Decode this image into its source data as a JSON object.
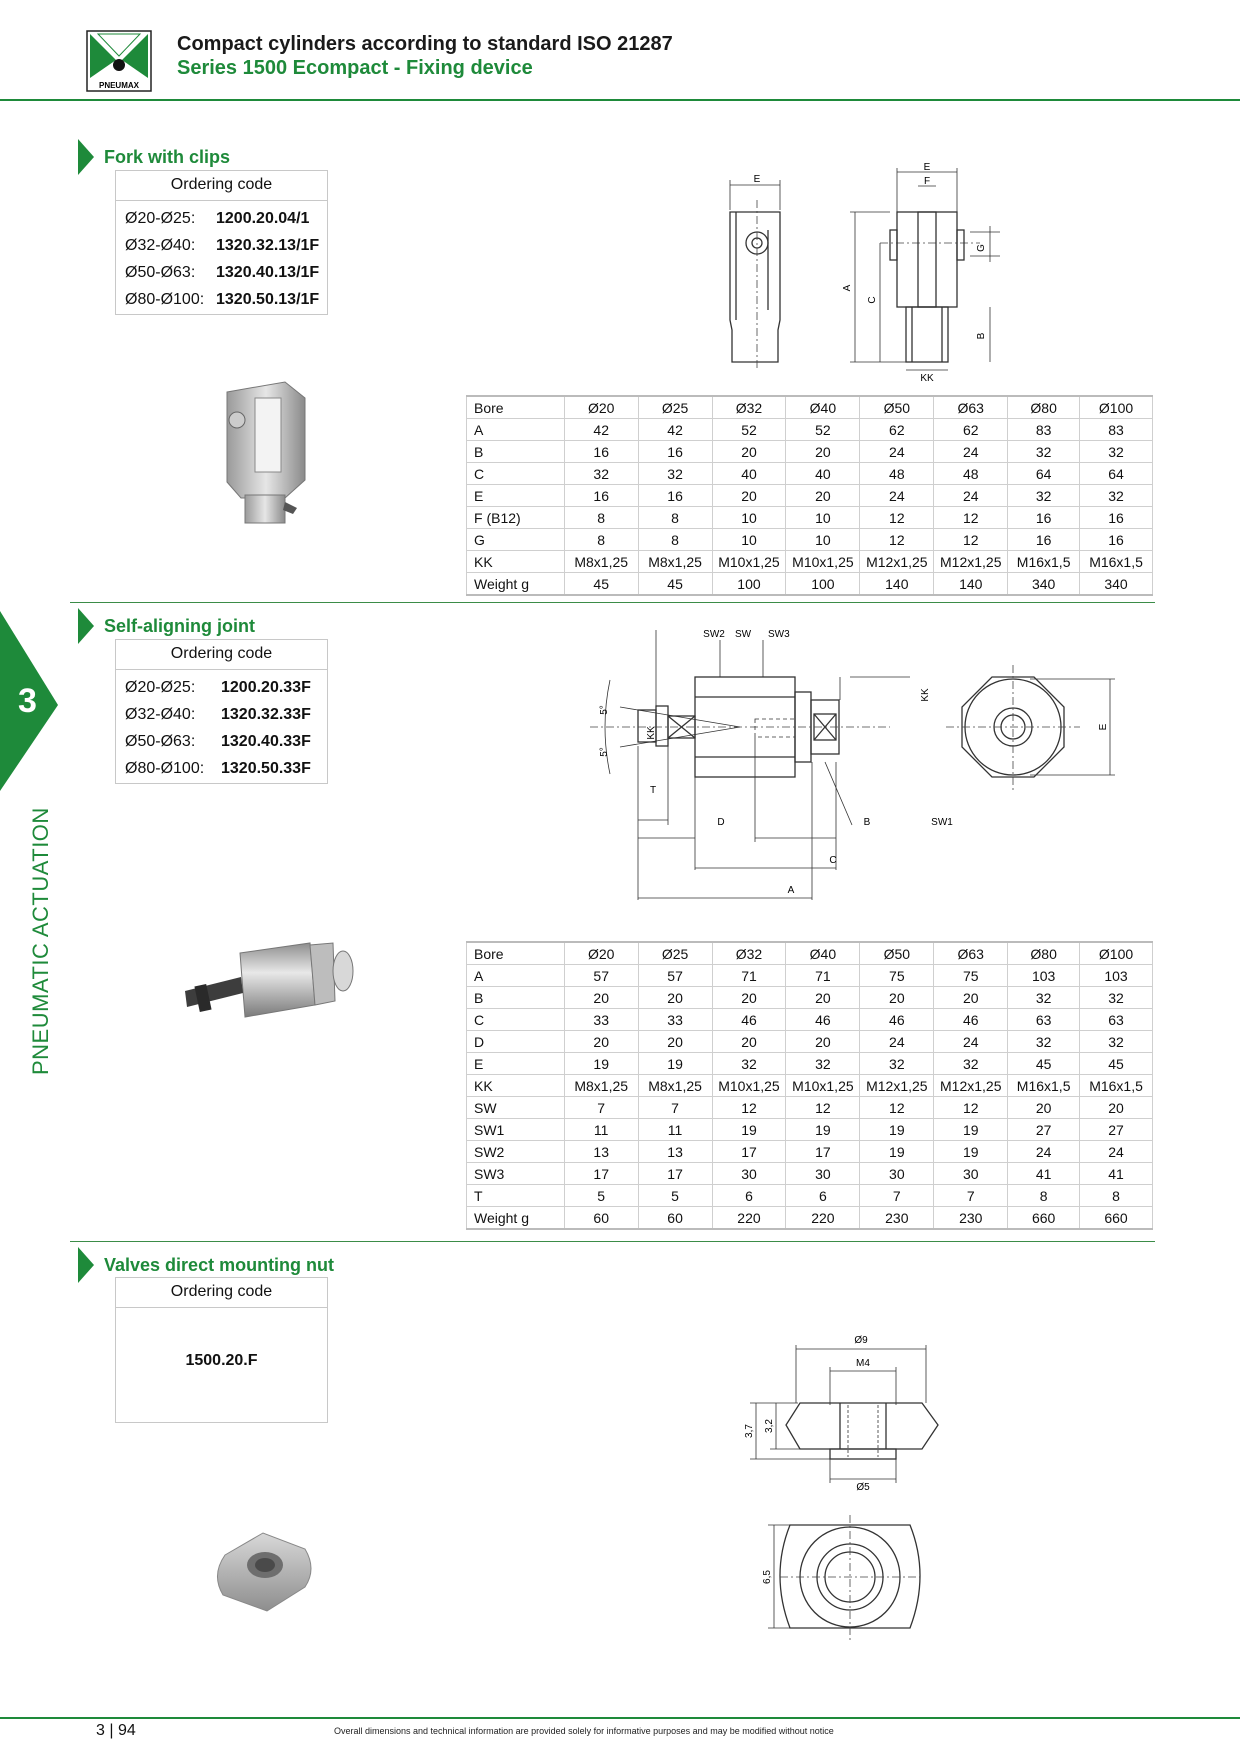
{
  "header": {
    "title": "Compact cylinders according to standard ISO 21287",
    "subtitle": "Series 1500 Ecompact - Fixing device",
    "logo_text": "PNEUMAX"
  },
  "sidebar": {
    "chapter": "3",
    "label": "PNEUMATIC ACTUATION"
  },
  "fork": {
    "title": "Fork with clips",
    "ordering_header": "Ordering code",
    "codes": [
      {
        "bore": "Ø20-Ø25:",
        "code": "1200.20.04",
        "suffix": "/1"
      },
      {
        "bore": "Ø32-Ø40:",
        "code": "1320.32.13",
        "suffix": "/1F"
      },
      {
        "bore": "Ø50-Ø63:",
        "code": "1320.40.13",
        "suffix": "/1F"
      },
      {
        "bore": "Ø80-Ø100:",
        "code": "1320.50.13",
        "suffix": "/1F"
      }
    ],
    "table": [
      [
        "Bore",
        "Ø20",
        "Ø25",
        "Ø32",
        "Ø40",
        "Ø50",
        "Ø63",
        "Ø80",
        "Ø100"
      ],
      [
        "A",
        "42",
        "42",
        "52",
        "52",
        "62",
        "62",
        "83",
        "83"
      ],
      [
        "B",
        "16",
        "16",
        "20",
        "20",
        "24",
        "24",
        "32",
        "32"
      ],
      [
        "C",
        "32",
        "32",
        "40",
        "40",
        "48",
        "48",
        "64",
        "64"
      ],
      [
        "E",
        "16",
        "16",
        "20",
        "20",
        "24",
        "24",
        "32",
        "32"
      ],
      [
        "F (B12)",
        "8",
        "8",
        "10",
        "10",
        "12",
        "12",
        "16",
        "16"
      ],
      [
        "G",
        "8",
        "8",
        "10",
        "10",
        "12",
        "12",
        "16",
        "16"
      ],
      [
        "KK",
        "M8x1,25",
        "M8x1,25",
        "M10x1,25",
        "M10x1,25",
        "M12x1,25",
        "M12x1,25",
        "M16x1,5",
        "M16x1,5"
      ],
      [
        "Weight g",
        "45",
        "45",
        "100",
        "100",
        "140",
        "140",
        "340",
        "340"
      ]
    ],
    "dims": {
      "e": "E",
      "e2": "E",
      "f": "F",
      "g": "G",
      "a": "A",
      "c": "C",
      "b": "B",
      "kk": "KK"
    }
  },
  "joint": {
    "title": "Self-aligning joint",
    "ordering_header": "Ordering code",
    "codes": [
      {
        "bore": "Ø20-Ø25:",
        "code": "1200.20.33F"
      },
      {
        "bore": "Ø32-Ø40:",
        "code": "1320.32.33F"
      },
      {
        "bore": "Ø50-Ø63:",
        "code": "1320.40.33F"
      },
      {
        "bore": "Ø80-Ø100:",
        "code": "1320.50.33F"
      }
    ],
    "table": [
      [
        "Bore",
        "Ø20",
        "Ø25",
        "Ø32",
        "Ø40",
        "Ø50",
        "Ø63",
        "Ø80",
        "Ø100"
      ],
      [
        "A",
        "57",
        "57",
        "71",
        "71",
        "75",
        "75",
        "103",
        "103"
      ],
      [
        "B",
        "20",
        "20",
        "20",
        "20",
        "20",
        "20",
        "32",
        "32"
      ],
      [
        "C",
        "33",
        "33",
        "46",
        "46",
        "46",
        "46",
        "63",
        "63"
      ],
      [
        "D",
        "20",
        "20",
        "20",
        "20",
        "24",
        "24",
        "32",
        "32"
      ],
      [
        "E",
        "19",
        "19",
        "32",
        "32",
        "32",
        "32",
        "45",
        "45"
      ],
      [
        "KK",
        "M8x1,25",
        "M8x1,25",
        "M10x1,25",
        "M10x1,25",
        "M12x1,25",
        "M12x1,25",
        "M16x1,5",
        "M16x1,5"
      ],
      [
        "SW",
        "7",
        "7",
        "12",
        "12",
        "12",
        "12",
        "20",
        "20"
      ],
      [
        "SW1",
        "11",
        "11",
        "19",
        "19",
        "19",
        "19",
        "27",
        "27"
      ],
      [
        "SW2",
        "13",
        "13",
        "17",
        "17",
        "19",
        "19",
        "24",
        "24"
      ],
      [
        "SW3",
        "17",
        "17",
        "30",
        "30",
        "30",
        "30",
        "41",
        "41"
      ],
      [
        "T",
        "5",
        "5",
        "6",
        "6",
        "7",
        "7",
        "8",
        "8"
      ],
      [
        "Weight g",
        "60",
        "60",
        "220",
        "220",
        "230",
        "230",
        "660",
        "660"
      ]
    ],
    "dims": {
      "sw2": "SW2",
      "sw": "SW",
      "sw3": "SW3",
      "kk": "KK",
      "kk2": "KK",
      "deg1": "5°",
      "deg2": "5°",
      "t": "T",
      "d": "D",
      "b": "B",
      "sw1": "SW1",
      "c": "C",
      "a": "A",
      "e": "E"
    }
  },
  "nut": {
    "title": "Valves direct mounting nut",
    "ordering_header": "Ordering code",
    "code": "1500.20.F",
    "dims": {
      "d9": "Ø9",
      "m4": "M4",
      "h37": "3,7",
      "h32": "3,2",
      "d5": "Ø5",
      "h65": "6,5"
    }
  },
  "footer": {
    "page": "3 | 94",
    "note": "Overall dimensions and technical information are provided solely for informative purposes and may be modified without notice"
  }
}
